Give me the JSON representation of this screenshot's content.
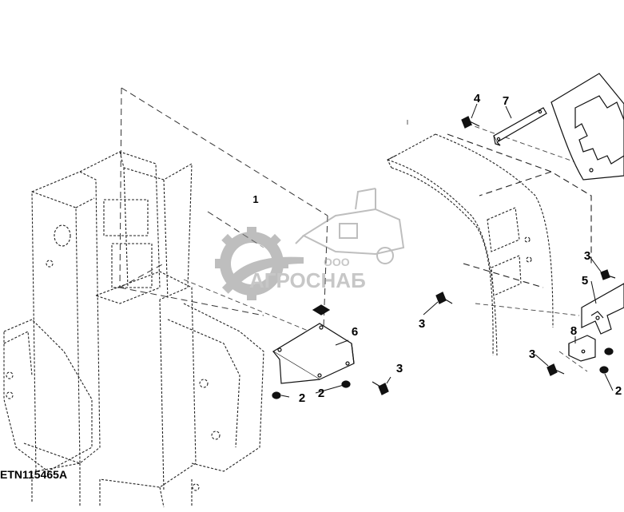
{
  "figure_id": "ETN115465A",
  "watermark": {
    "line1": "ООО",
    "line2": "АГРОСНАБ"
  },
  "callouts": [
    "1",
    "2",
    "2",
    "2",
    "3",
    "3",
    "3",
    "3",
    "3",
    "4",
    "5",
    "6",
    "7",
    "8"
  ]
}
